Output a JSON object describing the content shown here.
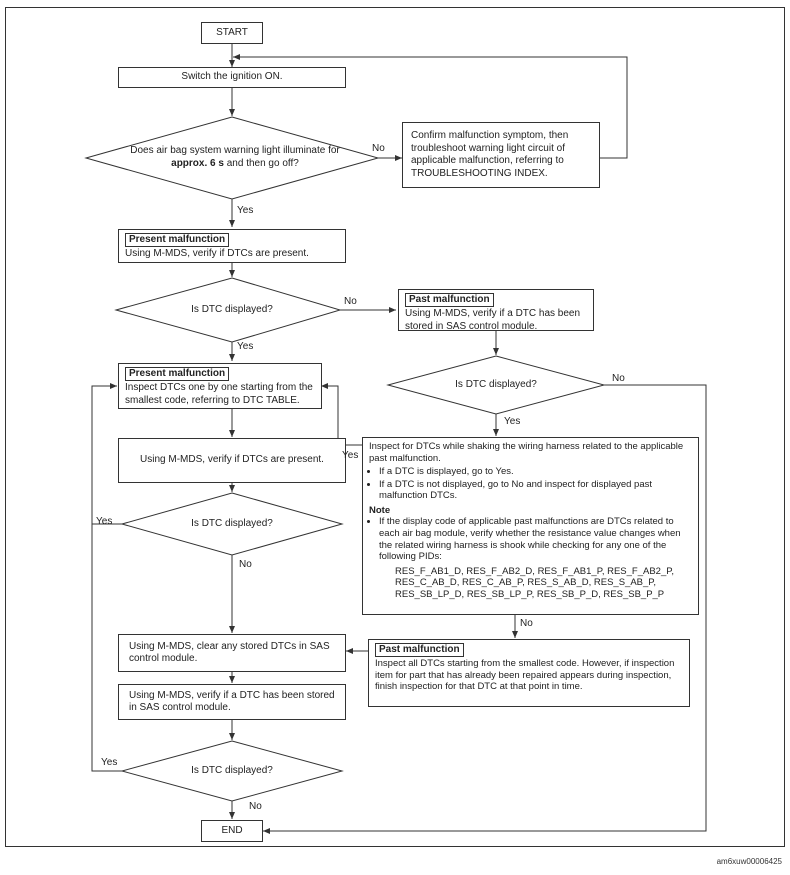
{
  "start": "START",
  "end": "END",
  "ignition": "Switch the ignition ON.",
  "q_warning": {
    "pre": "Does air bag system warning light illuminate for ",
    "bold": "approx. 6 s",
    "post": " and then go off?"
  },
  "confirm_box": "Confirm malfunction symptom, then troubleshoot warning light circuit of applicable malfunction, referring to TROUBLESHOOTING INDEX.",
  "present_1": {
    "tag": "Present malfunction",
    "text": "Using M-MDS, verify if DTCs are present."
  },
  "q_dtc": "Is DTC displayed?",
  "past_1": {
    "tag": "Past malfunction",
    "text": "Using M-MDS, verify if a DTC has been stored in SAS control module."
  },
  "present_2": {
    "tag": "Present malfunction",
    "text": "Inspect DTCs one by one starting from the smallest code, referring to DTC TABLE."
  },
  "verify_present": "Using M-MDS, verify if DTCs are present.",
  "shake_box": {
    "intro": "Inspect for DTCs while shaking the wiring harness related to the applicable past malfunction.",
    "bullets": [
      "If a DTC is displayed, go to Yes.",
      "If a DTC is not displayed, go to No and inspect for displayed past malfunction DTCs."
    ],
    "note_title": "Note",
    "note": "If the display code of applicable past malfunctions are DTCs related to each air bag module, verify whether the resistance value changes when the related wiring harness is shook while checking for any one of the following PIDs:",
    "pids": [
      "RES_F_AB1_D, RES_F_AB2_D, RES_F_AB1_P, RES_F_AB2_P,",
      "RES_C_AB_D, RES_C_AB_P, RES_S_AB_D, RES_S_AB_P,",
      "RES_SB_LP_D, RES_SB_LP_P, RES_SB_P_D, RES_SB_P_P"
    ]
  },
  "clear_box": "Using M-MDS, clear any stored DTCs in SAS control module.",
  "past_2": {
    "tag": "Past malfunction",
    "text": "Inspect all DTCs starting from the smallest code. However, if inspection item for part that has already been repaired appears during inspection, finish inspection for that DTC at that point in time."
  },
  "verify_stored": "Using M-MDS, verify if a DTC has been stored in SAS control module.",
  "yes": "Yes",
  "no": "No",
  "footer": "am6xuw00006425"
}
